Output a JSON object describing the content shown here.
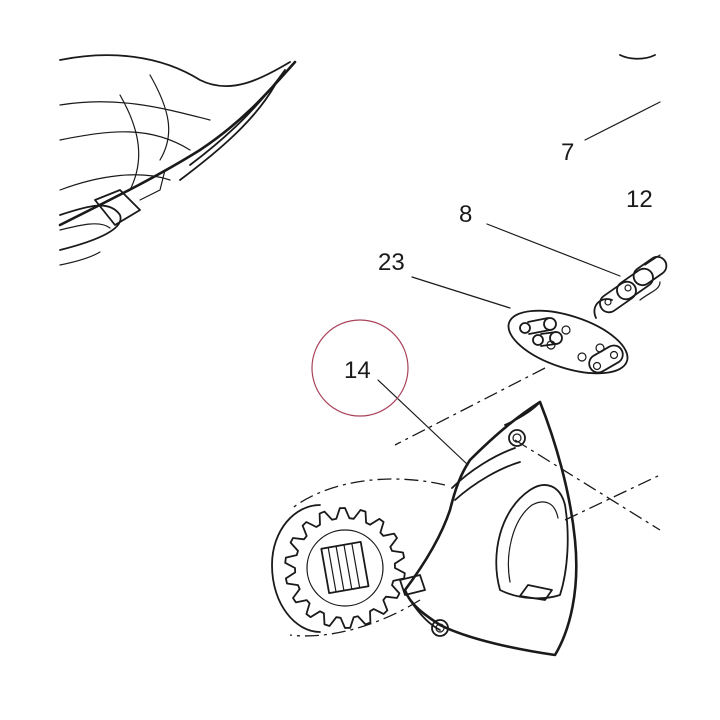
{
  "callouts": {
    "c7": "7",
    "c8": "8",
    "c12": "12",
    "c23": "23",
    "c14": "14"
  },
  "colors": {
    "line": "#1a1a1a",
    "highlight_circle": "#a8425a",
    "background": "#ffffff"
  }
}
